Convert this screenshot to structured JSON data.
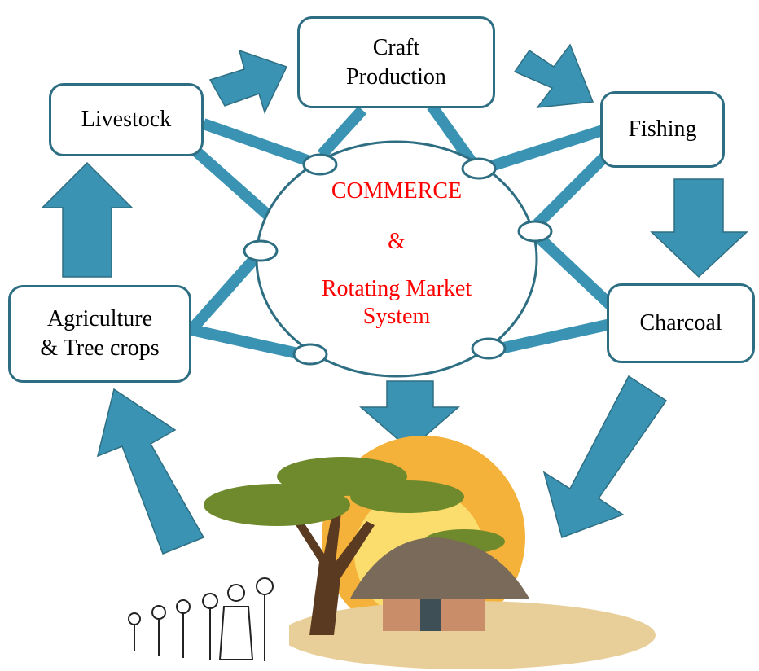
{
  "colors": {
    "arrow": "#3b93b3",
    "border": "#2e6e82",
    "commerce_text": "#ff0000",
    "sun": "#f4b23a",
    "ground": "#e8cf9a",
    "tree": "#6f8a2c",
    "hut_roof": "#7a6a5a",
    "hut_wall": "#c98d6a"
  },
  "nodes": {
    "craft": {
      "line1": "Craft",
      "line2": "Production"
    },
    "livestock": {
      "label": "Livestock"
    },
    "fishing": {
      "label": "Fishing"
    },
    "agriculture": {
      "line1": "Agriculture",
      "line2": "& Tree crops"
    },
    "charcoal": {
      "label": "Charcoal"
    }
  },
  "hub": {
    "line1": "COMMERCE",
    "line2": "&",
    "line3": "Rotating Market",
    "line4": "System"
  },
  "icons": [
    "acacia-tree-icon",
    "hut-icon",
    "sun-icon",
    "villagers-icon"
  ]
}
